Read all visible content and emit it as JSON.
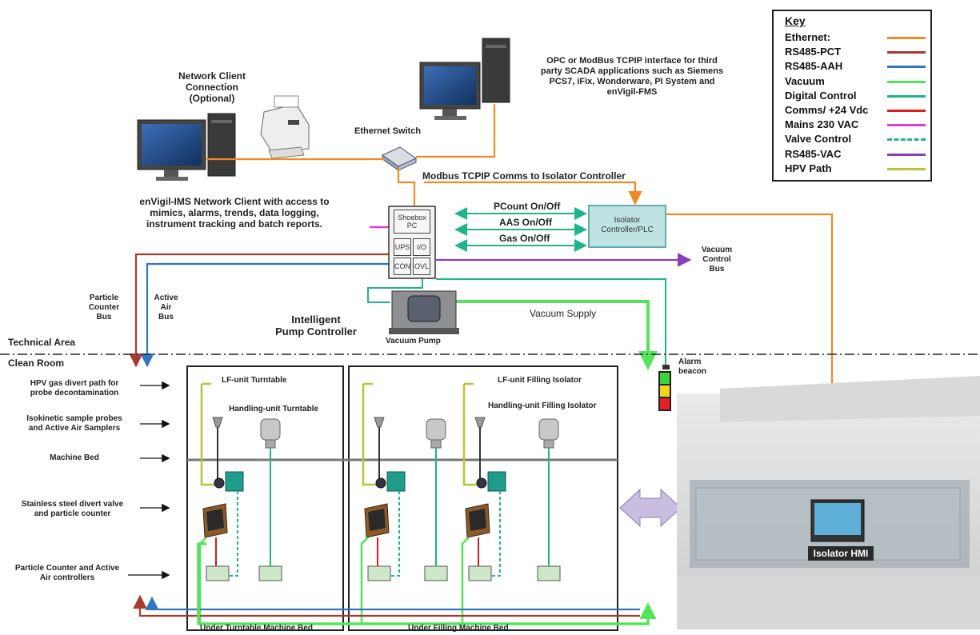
{
  "key": {
    "title": "Key",
    "items": [
      {
        "label": "Ethernet:",
        "color": "#f08a24",
        "style": "solid"
      },
      {
        "label": "RS485-PCT",
        "color": "#a93a30",
        "style": "solid"
      },
      {
        "label": "RS485-AAH",
        "color": "#2f77c0",
        "style": "solid"
      },
      {
        "label": "Vacuum",
        "color": "#55e35a",
        "style": "solid"
      },
      {
        "label": "Digital Control",
        "color": "#1fb58a",
        "style": "solid"
      },
      {
        "label": "Comms/ +24 Vdc",
        "color": "#e01b1b",
        "style": "solid"
      },
      {
        "label": "Mains 230 VAC",
        "color": "#e040d0",
        "style": "solid"
      },
      {
        "label": "Valve Control",
        "color": "#1fb58a",
        "style": "dashed"
      },
      {
        "label": "RS485-VAC",
        "color": "#8a3fb8",
        "style": "solid"
      },
      {
        "label": "HPV Path",
        "color": "#b9c23a",
        "style": "solid"
      }
    ]
  },
  "labels": {
    "network_client": "Network Client\nConnection\n(Optional)",
    "opc_interface": "OPC or ModBus TCPIP interface for third\nparty SCADA applications such as Siemens\nPCS7, iFix, Wonderware, PI System and\nenVigil-FMS",
    "ethernet_switch": "Ethernet Switch",
    "modbus_comms": "Modbus TCPIP Comms to Isolator Controller",
    "envigil_ims": "enVigil-IMS Network Client with access to\nmimics, alarms, trends, data logging,\ninstrument tracking and batch reports.",
    "pcount": "PCount On/Off",
    "aas": "AAS On/Off",
    "gas": "Gas On/Off",
    "isolator_controller": "Isolator\nController/PLC",
    "vacuum_control_bus": "Vacuum\nControl\nBus",
    "particle_counter_bus": "Particle\nCounter\nBus",
    "active_air_bus": "Active\nAir\nBus",
    "intelligent_pump": "Intelligent\nPump Controller",
    "vacuum_supply": "Vacuum Supply",
    "vacuum_pump": "Vacuum Pump",
    "technical_area": "Technical Area",
    "clean_room": "Clean Room",
    "alarm_beacon": "Alarm\nbeacon",
    "shoebox_pc": "Shoebox\nPC",
    "ups": "UPS",
    "io": "I/O",
    "con": "CON",
    "ovl": "OVL",
    "lf_turntable": "LF-unit Turntable",
    "handling_turntable": "Handling-unit Turntable",
    "lf_filling": "LF-unit Filling Isolator",
    "handling_filling": "Handling-unit Filling Isolator",
    "under_turntable": "Under Turntable Machine Bed",
    "under_filling": "Under Filling Machine Bed",
    "isolator_hmi": "Isolator HMI"
  },
  "left_annotations": [
    "HPV gas divert path for\nprobe decontamination",
    "Isokinetic sample probes\nand Active Air Samplers",
    "Machine Bed",
    "Stainless steel divert valve\nand particle counter",
    "Particle Counter and Active\nAir controllers"
  ]
}
